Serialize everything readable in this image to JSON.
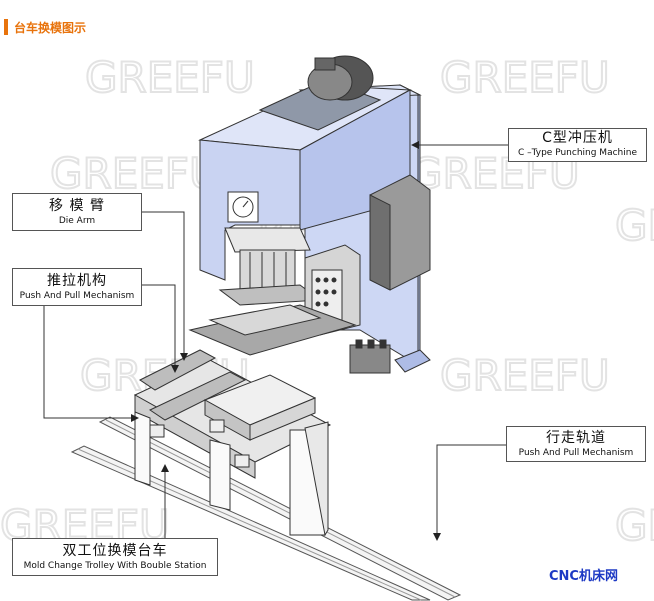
{
  "header": {
    "title": "台车换模图示"
  },
  "watermark": {
    "text": "GREEFU"
  },
  "callouts": [
    {
      "id": "c-type-press",
      "zh": "C型冲压机",
      "en": "C –Type Punching Machine"
    },
    {
      "id": "die-arm",
      "zh": "移 模 臂",
      "en": "Die  Arm"
    },
    {
      "id": "push-pull",
      "zh": "推拉机构",
      "en": "Push And Pull Mechanism"
    },
    {
      "id": "rail",
      "zh": "行走轨道",
      "en": "Push And Pull Mechanism"
    },
    {
      "id": "trolley",
      "zh": "双工位换模台车",
      "en": "Mold Change Trolley With Bouble Station"
    }
  ],
  "footer": {
    "site": "CNC机床网"
  },
  "colors": {
    "accent": "#e8730c",
    "press_body": "#cdd7f4",
    "line": "#333333",
    "site": "#1d39c4"
  }
}
